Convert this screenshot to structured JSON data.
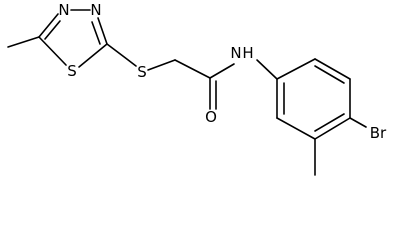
{
  "molecule": {
    "atoms": {
      "n3": "N",
      "n4": "N",
      "s1": "S",
      "s_link": "S",
      "o": "O",
      "nh": "N",
      "h": "H",
      "br": "Br"
    }
  },
  "colors": {
    "bond": "#000000",
    "label": "#000000",
    "background": "#ffffff"
  }
}
